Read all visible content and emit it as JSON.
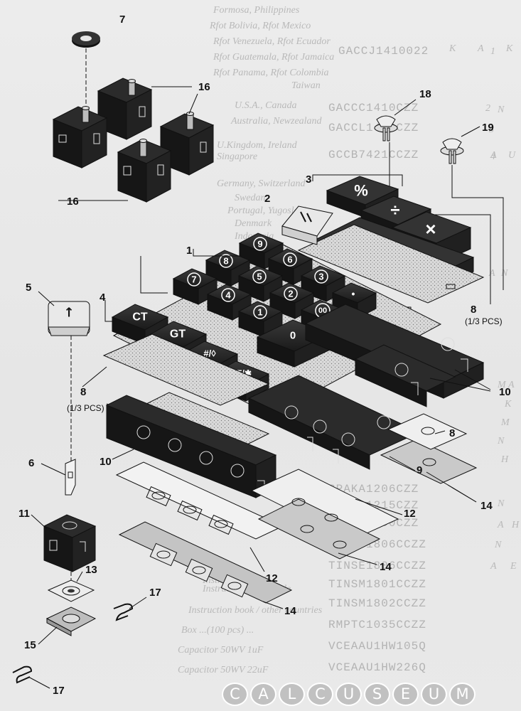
{
  "background_text": {
    "countries": [
      "Formosa, Philippines",
      "Rfot Bolivia, Rfot Mexico",
      "Rfot Venezuela, Rfot Ecuador",
      "Rfot Guatemala, Rfot Jamaica",
      "Rfot Panama, Rfot Colombia",
      "Taiwan",
      "U.S.A., Canada",
      "Australia, Newzealand",
      "U.Kingdom, Ireland",
      "Singapore",
      "Germany, Switzerland",
      "Swedan",
      "Portugal, Yugoslavia",
      "Denmark",
      "Indonesia"
    ],
    "part_codes": [
      "GACCJ1410022",
      "GACCC1410CZZ",
      "GACCL1406CZZ",
      "GCCB7421CCZZ",
      "SPAKA1206CZZ",
      "SPAKC1215CZZ",
      "SPAKA2100CZZ",
      "TINS71806CCZZ",
      "TINSE1806CCZZ",
      "TINSM1801CCZZ",
      "TINSM1802CCZZ",
      "RMPTC1035CCZZ",
      "VCEAAU1HW105Q",
      "VCEAAU1HW226Q"
    ],
    "descriptions": [
      "Instruction book",
      "Instruction book / fide",
      "Instruction book / other countries",
      "Box ...(100 pcs) ...",
      "Capacitor 50WV 1uF",
      "Capacitor 50WV 22uF"
    ],
    "column_letters": [
      "K",
      "A",
      "K",
      "N",
      "A",
      "U",
      "N",
      "A",
      "M",
      "A",
      "K",
      "M",
      "N",
      "H",
      "N",
      "A",
      "H",
      "A",
      "E",
      "N"
    ],
    "row_numbers": [
      "1",
      "2",
      "3",
      "4"
    ]
  },
  "callouts": {
    "c1": "1",
    "c2": "2",
    "c3": "3",
    "c4": "4",
    "c5": "5",
    "c6": "6",
    "c7": "7",
    "c8a": "8",
    "c8b": "8",
    "c8c": "8",
    "c9": "9",
    "c10a": "10",
    "c10b": "10",
    "c11": "11",
    "c12a": "12",
    "c12b": "12",
    "c13": "13",
    "c14a": "14",
    "c14b": "14",
    "c14c": "14",
    "c15": "15",
    "c16a": "16",
    "c16b": "16",
    "c17a": "17",
    "c17b": "17",
    "c18": "18",
    "c19": "19"
  },
  "pcs_notes": {
    "right": "(1/3 PCS)",
    "left": "(1/3 PCS)"
  },
  "keys": {
    "k9": "9",
    "k8": "8",
    "k6": "6",
    "k7": "7",
    "k5": "5",
    "k3": "3",
    "k4": "4",
    "k2": "2",
    "kdot": "•",
    "k1": "1",
    "k00": "00",
    "k0": "0",
    "kct": "CT",
    "kgt": "GT",
    "khash": "#/◊",
    "kce": "CE/✱",
    "kpct": "%",
    "kdiv": "÷",
    "kmul": "×",
    "kplus": "+",
    "keq": "=",
    "k5arrow": "↑"
  },
  "watermark": {
    "letters": [
      "C",
      "A",
      "L",
      "C",
      "U",
      "S",
      "E",
      "U",
      "M"
    ]
  },
  "colors": {
    "key_dark": "#1c1c1c",
    "key_top": "#2b2b2b",
    "sheet_dotted": "#d6d6d6",
    "line": "#111111"
  }
}
